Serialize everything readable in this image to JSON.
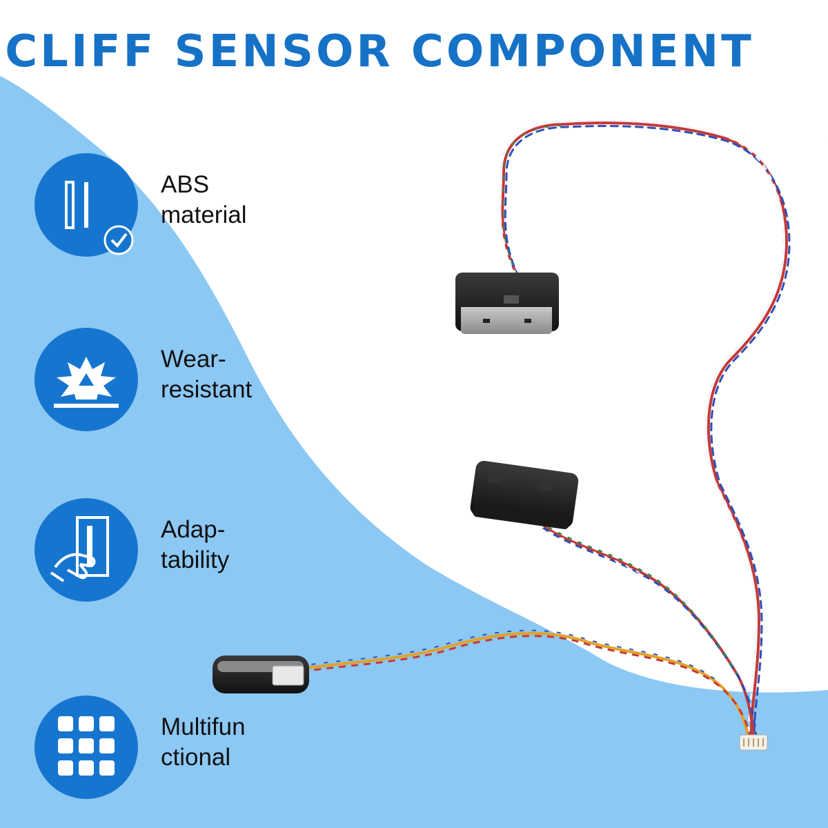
{
  "title": "CLIFF SENSOR COMPONENT",
  "colors": {
    "accent": "#1672c6",
    "icon_circle": "#1676cf",
    "background_blue": "#8cc8f4"
  },
  "features": [
    {
      "icon": "abs-material-check-icon",
      "label_line1": "ABS",
      "label_line2": "material"
    },
    {
      "icon": "wear-burst-icon",
      "label_line1": "Wear-",
      "label_line2": "resistant"
    },
    {
      "icon": "hand-touch-icon",
      "label_line1": "Adap-",
      "label_line2": "tability"
    },
    {
      "icon": "grid-dots-icon",
      "label_line1": "Multifun",
      "label_line2": "ctional"
    }
  ]
}
